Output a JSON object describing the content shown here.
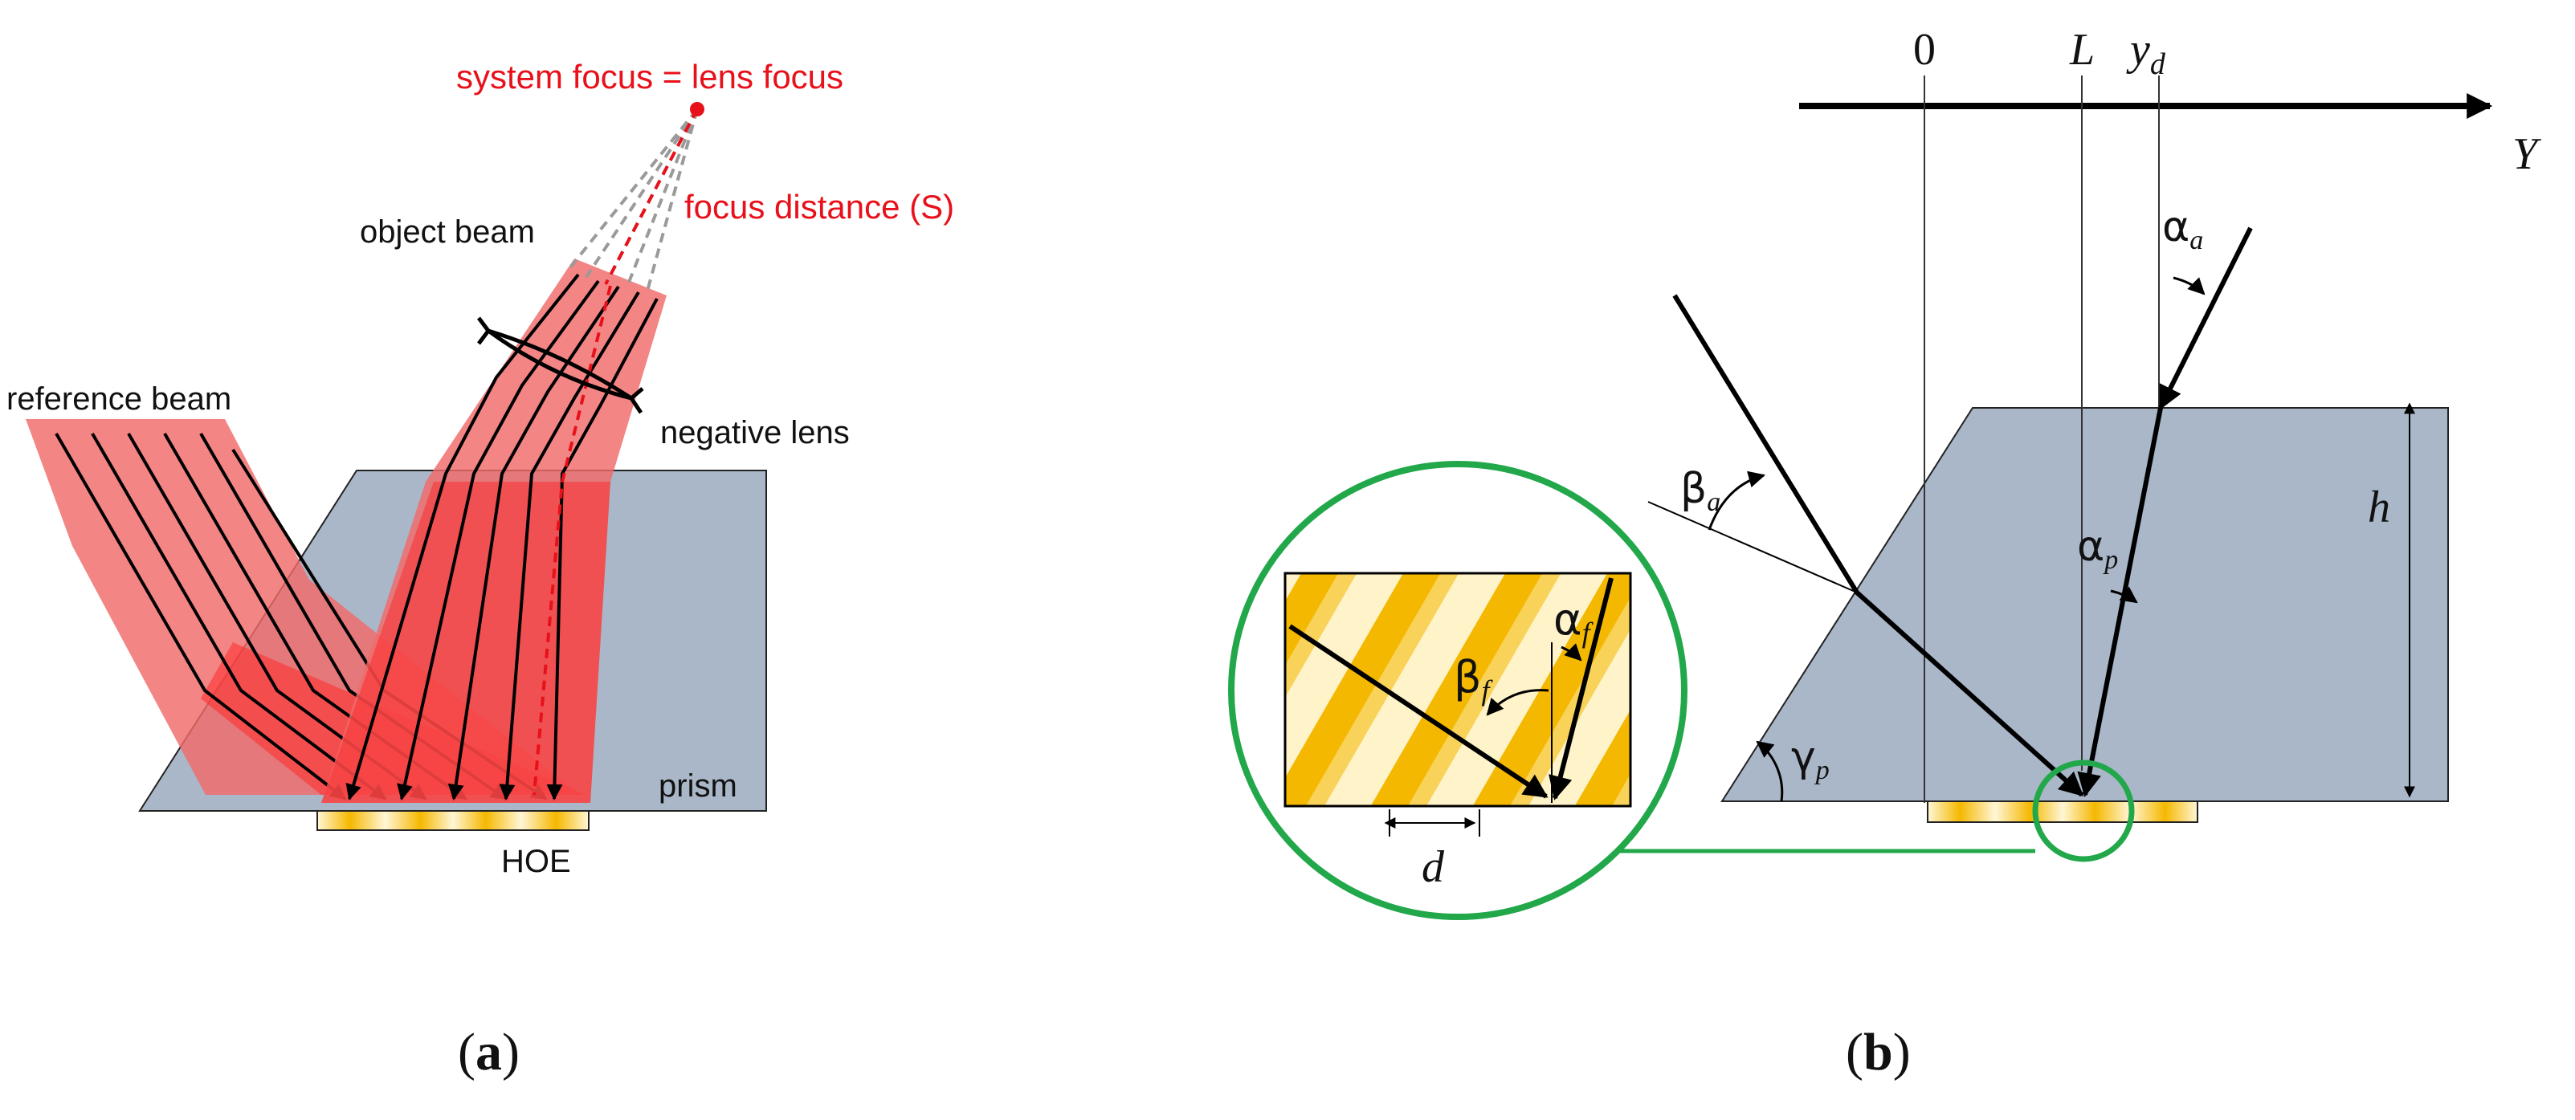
{
  "panel_a": {
    "labels": {
      "system_focus": "system focus = lens focus",
      "focus_distance": "focus distance (S)",
      "object_beam": "object beam",
      "reference_beam": "reference beam",
      "negative_lens": "negative lens",
      "prism": "prism",
      "hoe": "HOE"
    },
    "caption": {
      "open": "(",
      "letter": "a",
      "close": ")"
    }
  },
  "panel_b": {
    "axis": {
      "zero": "0",
      "L": "L",
      "y": "y",
      "y_sub": "d",
      "axis_name": "Y"
    },
    "angles": {
      "alpha_a": {
        "sym": "α",
        "sub": "a"
      },
      "beta_a": {
        "sym": "β",
        "sub": "a"
      },
      "alpha_p": {
        "sym": "α",
        "sub": "p"
      },
      "gamma_p": {
        "sym": "γ",
        "sub": "p"
      },
      "beta_f": {
        "sym": "β",
        "sub": "f"
      },
      "alpha_f": {
        "sym": "α",
        "sub": "f"
      }
    },
    "dims": {
      "h": "h",
      "d": "d"
    },
    "caption": {
      "open": "(",
      "letter": "b",
      "close": ")"
    }
  },
  "colors": {
    "prism": "#a9b7c9",
    "beam": "#f06a6a",
    "beam_dark": "#ff2020",
    "hoe_gold": "#f5b800",
    "inset_ring": "#22a84a",
    "text_red": "#e8101a"
  }
}
